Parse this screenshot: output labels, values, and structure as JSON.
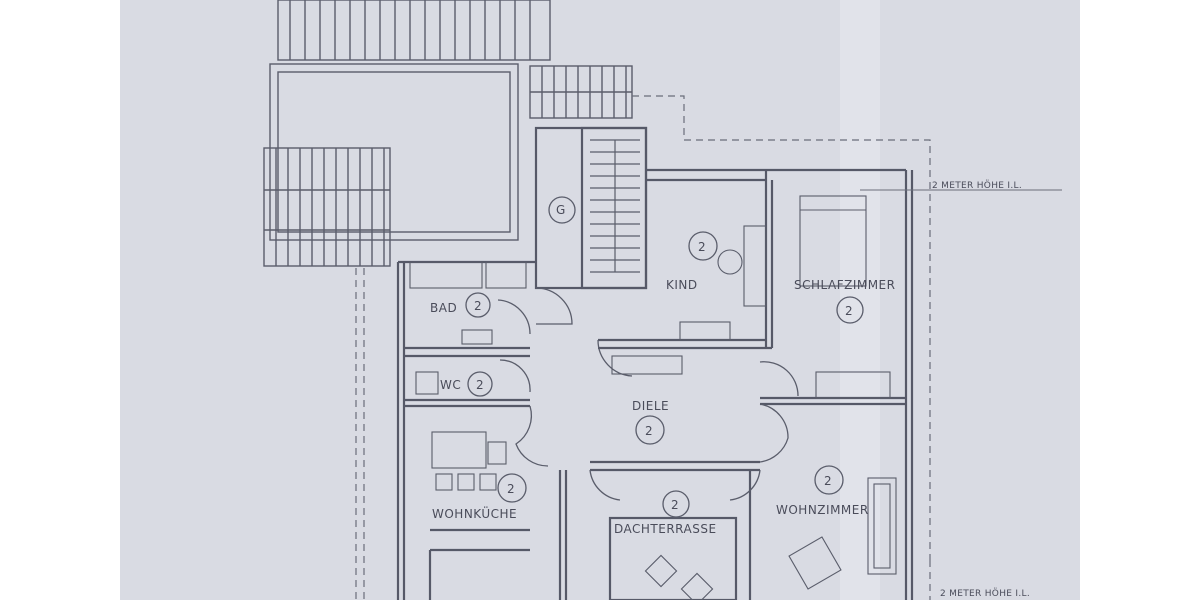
{
  "colors": {
    "paper": "#d9dbe3",
    "ink": "#5a5d6b",
    "border": "#ffffff"
  },
  "rooms": [
    {
      "label": "BAD",
      "level": "2"
    },
    {
      "label": "WC",
      "level": "2"
    },
    {
      "label": "WOHNKÜCHE",
      "level": "2"
    },
    {
      "label": "KIND",
      "level": "2"
    },
    {
      "label": "SCHLAFZIMMER",
      "level": "2"
    },
    {
      "label": "DIELE",
      "level": "2"
    },
    {
      "label": "DACHTERRASSE",
      "level": "2"
    },
    {
      "label": "WOHNZIMMER",
      "level": "2"
    }
  ],
  "stair": {
    "label": "G"
  },
  "annotations": {
    "height_top": "2 METER HÖHE I.L.",
    "height_bottom": "2 METER HÖHE I.L."
  }
}
